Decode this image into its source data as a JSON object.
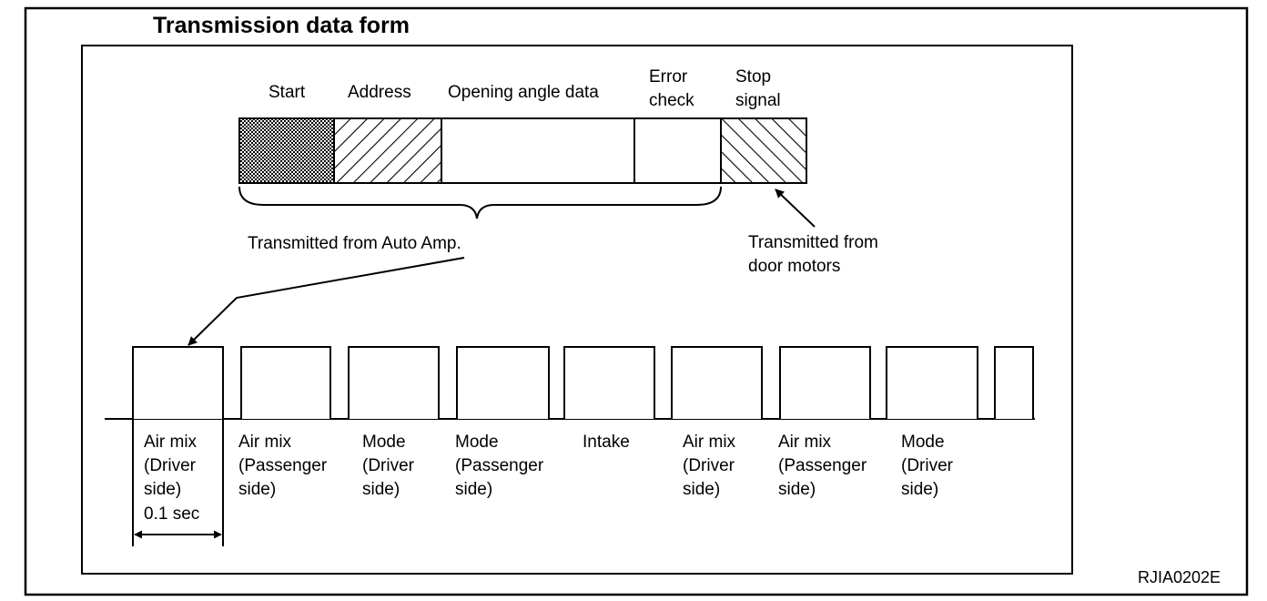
{
  "title": "Transmission data form",
  "frame_fields": [
    {
      "label": [
        "Start"
      ],
      "fill": "dots"
    },
    {
      "label": [
        "Address"
      ],
      "fill": "hatch-right"
    },
    {
      "label": [
        "Opening angle data"
      ],
      "fill": "none"
    },
    {
      "label": [
        "Error",
        "check"
      ],
      "fill": "none"
    },
    {
      "label": [
        "Stop",
        "signal"
      ],
      "fill": "hatch-left"
    }
  ],
  "transmitted_auto_amp": "Transmitted from Auto Amp.",
  "transmitted_door_motors": [
    "Transmitted from",
    "door motors"
  ],
  "pulses": [
    {
      "label": [
        "Air mix",
        "(Driver",
        "side)"
      ]
    },
    {
      "label": [
        "Air mix",
        "(Passenger",
        "side)"
      ]
    },
    {
      "label": [
        "Mode",
        "(Driver",
        "side)"
      ]
    },
    {
      "label": [
        "Mode",
        "(Passenger",
        "side)"
      ]
    },
    {
      "label": [
        "Intake"
      ]
    },
    {
      "label": [
        "Air mix",
        "(Driver",
        "side)"
      ]
    },
    {
      "label": [
        "Air mix",
        "(Passenger",
        "side)"
      ]
    },
    {
      "label": [
        "Mode",
        "(Driver",
        "side)"
      ]
    },
    {
      "label": []
    }
  ],
  "pulse_duration": "0.1 sec",
  "figure_code": "RJIA0202E"
}
